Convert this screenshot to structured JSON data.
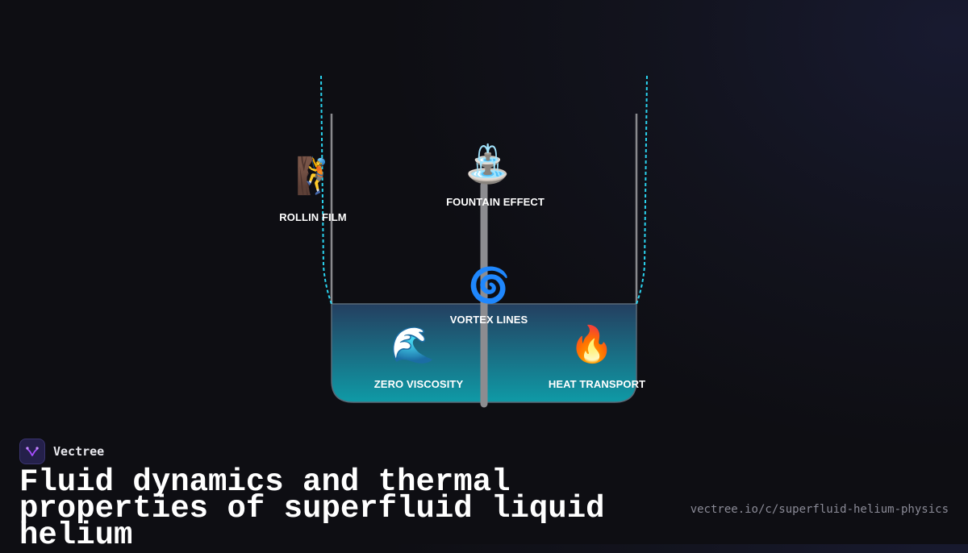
{
  "diagram": {
    "labels": {
      "rollin_film": "ROLLIN FILM",
      "fountain_effect": "FOUNTAIN EFFECT",
      "vortex_lines": "VORTEX LINES",
      "zero_viscosity": "ZERO VISCOSITY",
      "heat_transport": "HEAT TRANSPORT"
    },
    "icons": {
      "rollin_film": "🧗",
      "fountain_effect": "⛲",
      "vortex_lines": "🌀",
      "zero_viscosity": "🌊",
      "heat_transport": "🔥"
    },
    "icon_names": {
      "rollin_film": "climber-icon",
      "fountain_effect": "fountain-icon",
      "vortex_lines": "cyclone-icon",
      "zero_viscosity": "wave-icon",
      "heat_transport": "fire-icon"
    },
    "colors": {
      "film": "#2ad4f0",
      "liquid_top": "#243f60",
      "liquid_bottom": "#0f9aa6",
      "container_wall": "#8a8a8e"
    }
  },
  "brand": {
    "name": "Vectree",
    "logo_icon": "vectree-logo-icon",
    "accent": "#a64dff"
  },
  "footer": {
    "title": "Fluid dynamics and thermal properties of superfluid liquid helium",
    "url": "vectree.io/c/superfluid-helium-physics"
  }
}
